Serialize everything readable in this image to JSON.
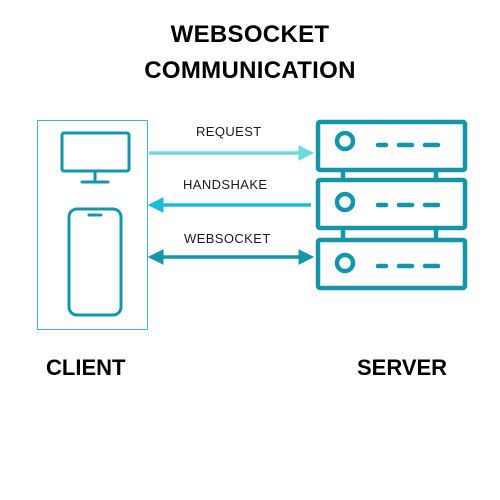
{
  "title": {
    "line1": "WEBSOCKET",
    "line2": "COMMUNICATION"
  },
  "client": {
    "caption": "CLIENT"
  },
  "server": {
    "caption": "SERVER"
  },
  "messages": {
    "request": "REQUEST",
    "handshake": "HANDSHAKE",
    "websocket": "WEBSOCKET"
  },
  "colors": {
    "primary": "#1596A8",
    "client_border": "#3FB9C6",
    "request_arrow": "#6ED8DE",
    "handshake_arrow": "#18BCD4",
    "websocket_arrow": "#1596A8"
  }
}
